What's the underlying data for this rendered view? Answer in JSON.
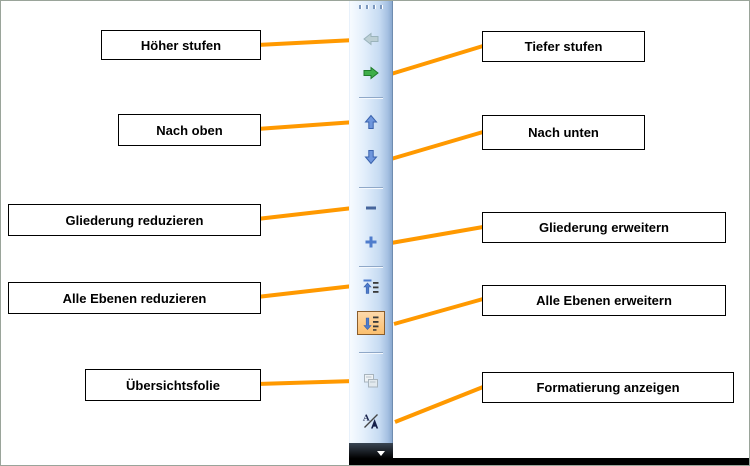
{
  "callouts": {
    "left": [
      {
        "label": "Höher stufen"
      },
      {
        "label": "Nach oben"
      },
      {
        "label": "Gliederung reduzieren"
      },
      {
        "label": "Alle Ebenen reduzieren"
      },
      {
        "label": "Übersichtsfolie"
      }
    ],
    "right": [
      {
        "label": "Tiefer stufen"
      },
      {
        "label": "Nach unten"
      },
      {
        "label": "Gliederung erweitern"
      },
      {
        "label": "Alle Ebenen erweitern"
      },
      {
        "label": "Formatierung anzeigen"
      }
    ]
  },
  "toolbar": {
    "icons": [
      {
        "name": "promote-arrow-icon",
        "state": "disabled"
      },
      {
        "name": "demote-arrow-icon",
        "state": "normal"
      },
      {
        "name": "move-up-arrow-icon",
        "state": "normal"
      },
      {
        "name": "move-down-arrow-icon",
        "state": "normal"
      },
      {
        "name": "collapse-outline-minus-icon",
        "state": "normal"
      },
      {
        "name": "expand-outline-plus-icon",
        "state": "normal"
      },
      {
        "name": "collapse-all-icon",
        "state": "normal"
      },
      {
        "name": "expand-all-icon",
        "state": "pressed"
      },
      {
        "name": "summary-slide-icon",
        "state": "disabled"
      },
      {
        "name": "show-formatting-icon",
        "state": "normal"
      }
    ]
  },
  "colors": {
    "connector": "#ff9900",
    "pressed_bg_light": "#fdd9ab",
    "pressed_bg_dark": "#fbbf6e",
    "pressed_border": "#8a5d2c"
  }
}
